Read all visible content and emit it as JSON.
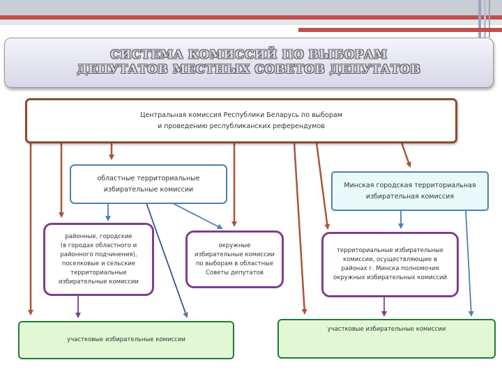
{
  "title": {
    "line1": "СИСТЕМА КОМИССИЙ ПО ВЫБОРАМ",
    "line2": "ДЕПУТАТОВ МЕСТНЫХ СОВЕТОВ ДЕПУТАТОВ"
  },
  "nodes": {
    "central": "Центральная комиссия Республики Беларусь по выборам\nи проведению республиканских референдумов",
    "regional": "областные территориальные\nизбирательные комиссии",
    "minsk_city": "Минская городская территориальная\nизбирательная комиссия",
    "district": "районные, городские\n(в городах областного и\nрайонного подчинения),\nпоселковые и сельские\nтерриториальные\nизбирательные комиссии",
    "okrug": "окружные\nизбирательные комиссии\nпо выборам в областные\nСоветы депутатов",
    "minsk_territorial": "территориальные избирательные\nкомиссии, осуществляющие в\nрайонах г. Минска полномочия\nокружных избирательных комиссий",
    "precinct_left": "участковые избирательные комиссии",
    "precinct_right": "участковые избирательные комиссии"
  },
  "colors": {
    "central_border": "#8b4a2e",
    "blue_border": "#4f7fb0",
    "purple_border": "#7e3e8c",
    "green_border": "#1f7a3a",
    "green_fill": "#e2f8d4",
    "brown_arrow": "#a9553a",
    "purple_arrow": "#7e3e8c",
    "blue_arrow": "#4f7fb0"
  }
}
